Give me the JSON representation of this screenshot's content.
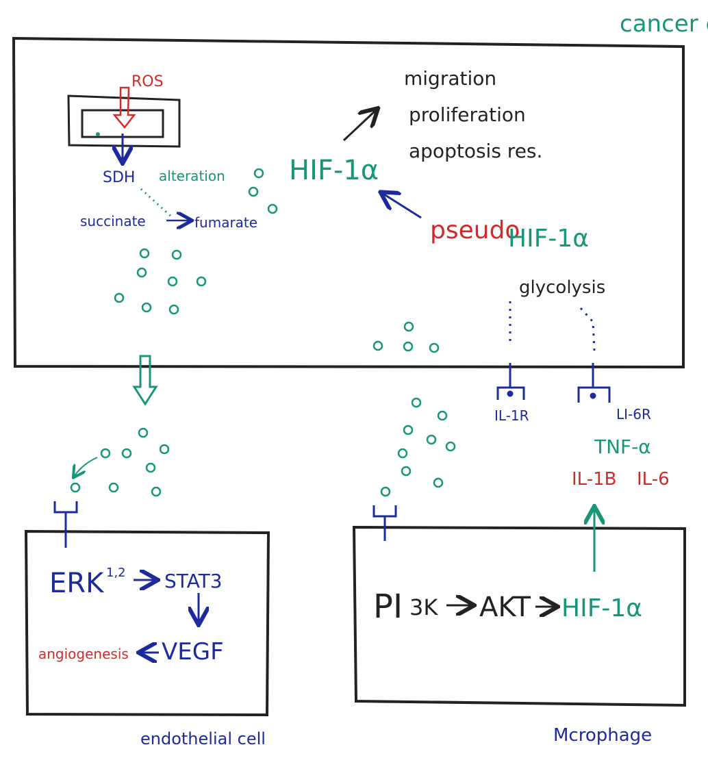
{
  "labels": {
    "cancer_cell": "cancer cell",
    "ros": "ROS",
    "sdh": "SDH",
    "alteration": "alteration",
    "succinate": "succinate",
    "fumarate": "fumarate",
    "hif_main": "HIF-1α",
    "outcomes": [
      "migration",
      "proliferation",
      "apoptosis res."
    ],
    "pseudo": "pseudo",
    "pseudo_hif": "HIF-1α",
    "glycolysis": "glycolysis",
    "il1r": "IL-1R",
    "il6r": "LI-6R",
    "tnf": "TNF-α",
    "il1b": "IL-1B",
    "il6": "IL-6",
    "erk": "ERK",
    "erk_sup": "1,2",
    "stat3": "STAT3",
    "vegf": "VEGF",
    "angiogenesis": "angiogenesis",
    "endothelial_cell": "endothelial cell",
    "pi": "PI",
    "3k": "3K",
    "akt": "AKT",
    "mac_hif": "HIF-1α",
    "macrophage": "Mcrophage"
  },
  "colors": {
    "teal": "#17967a",
    "navy": "#1c2a9c",
    "red": "#d22a2a",
    "black": "#222222"
  }
}
